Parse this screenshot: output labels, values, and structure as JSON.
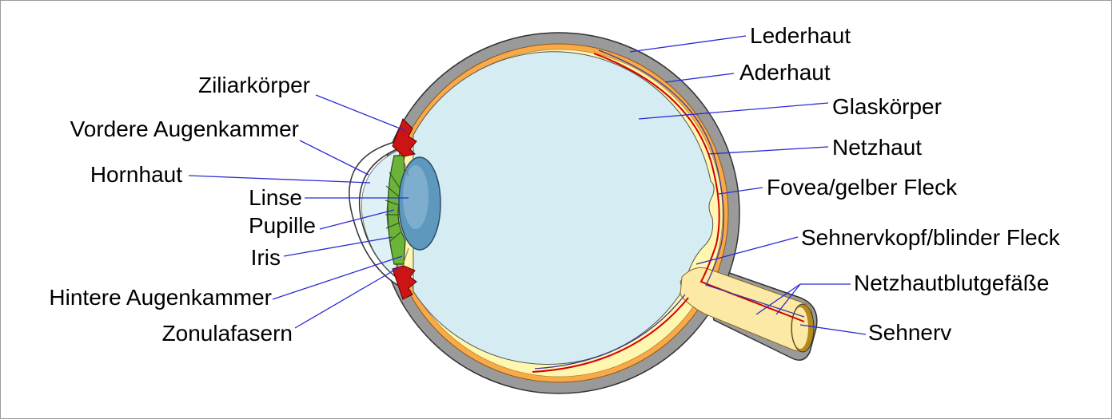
{
  "colors": {
    "sclera": "#9a9a9a",
    "choroid": "#f9a948",
    "retina": "#fff6b0",
    "vitreous": "#d6ecf3",
    "iris": "#6cb33a",
    "lens": "#5f98bd",
    "ciliary": "#cc1414",
    "vessel": "#d40000",
    "nerve": "#fbe9a5",
    "leader": "#2b2bd4"
  },
  "labels": {
    "ziliarkoerper": "Ziliarkörper",
    "vordere_augenkammer": "Vordere Augenkammer",
    "hornhaut": "Hornhaut",
    "linse": "Linse",
    "pupille": "Pupille",
    "iris": "Iris",
    "hintere_augenkammer": "Hintere Augenkammer",
    "zonulafasern": "Zonulafasern",
    "lederhaut": "Lederhaut",
    "aderhaut": "Aderhaut",
    "glaskoerper": "Glaskörper",
    "netzhaut": "Netzhaut",
    "fovea": "Fovea/gelber Fleck",
    "sehnervkopf": "Sehnervkopf/blinder Fleck",
    "netzhautblutgefaesse": "Netzhautblutgefäße",
    "sehnerv": "Sehnerv"
  }
}
